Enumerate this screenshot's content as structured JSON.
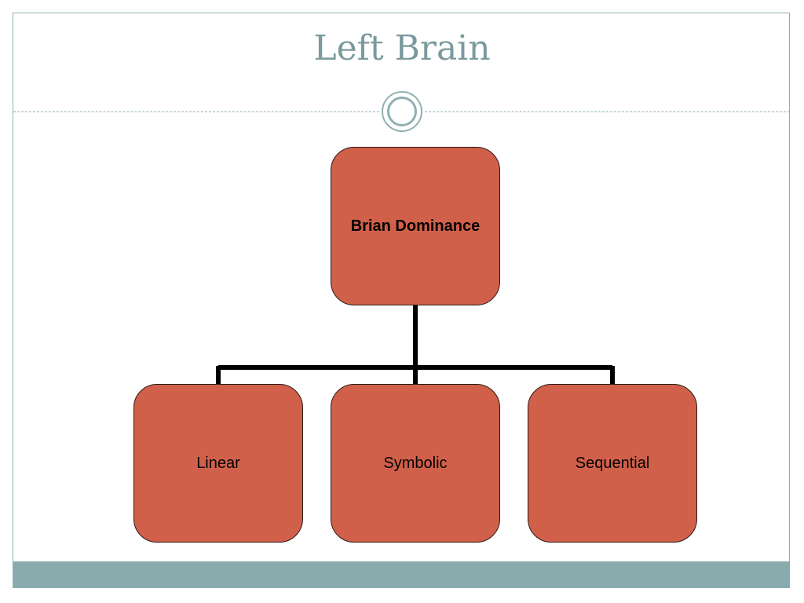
{
  "slide": {
    "title": "Left Brain",
    "theme_colors": {
      "accent": "#8aabae",
      "title_text": "#7a9a9e",
      "node_fill": "#d1604a",
      "node_text": "#000000",
      "connector": "#000000"
    }
  },
  "diagram": {
    "type": "hierarchy",
    "root": {
      "label": "Brian Dominance"
    },
    "children": [
      {
        "label": "Linear"
      },
      {
        "label": "Symbolic"
      },
      {
        "label": "Sequential"
      }
    ]
  }
}
